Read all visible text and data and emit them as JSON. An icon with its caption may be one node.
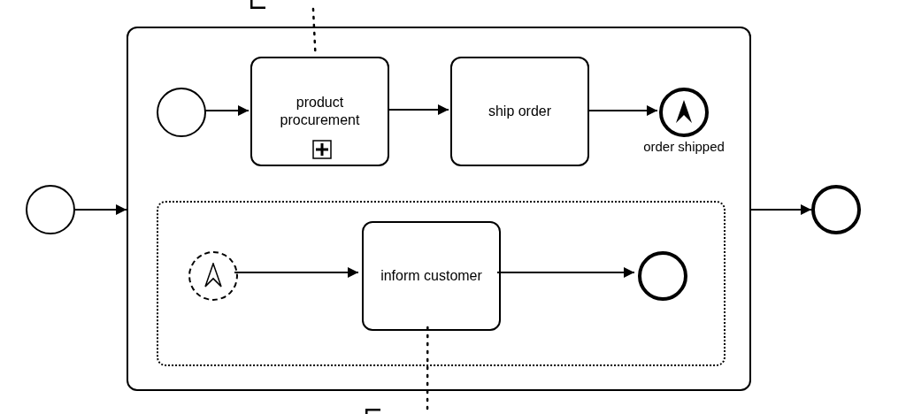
{
  "diagram": {
    "nodes": [
      {
        "text": [],
        "shape": "bar"
      },
      {
        "text": [],
        "shape": "box"
      },
      {
        "text": [],
        "shape": "circle",
        "in": 1
      },
      {
        "text": [
          "product procurement"
        ],
        "in": 1
      },
      {
        "text": [
          "ship order"
        ],
        "in": 1
      },
      {
        "text": [],
        "shape": "circle",
        "beside": [
          "order shipped"
        ],
        "in": 1
      },
      {
        "text": [],
        "shape": "box",
        "in": 1
      },
      {
        "text": [],
        "shape": "circle",
        "in": 6
      },
      {
        "text": [
          "inform customer"
        ],
        "in": 6
      },
      {
        "text": [],
        "shape": "circle",
        "in": 6
      },
      {
        "text": [],
        "shape": "circle"
      },
      {
        "text": [],
        "shape": "circle"
      },
      {
        "text": [],
        "shape": "bar"
      }
    ],
    "edges": [
      {
        "from": 10,
        "to": 1,
        "arrow": "to"
      },
      {
        "from": 1,
        "to": 11,
        "arrow": "to"
      },
      {
        "from": 2,
        "to": 3,
        "arrow": "to"
      },
      {
        "from": 3,
        "to": 4,
        "arrow": "to"
      },
      {
        "from": 4,
        "to": 5,
        "arrow": "to"
      },
      {
        "from": 7,
        "to": 8,
        "arrow": "to"
      },
      {
        "from": 8,
        "to": 9,
        "arrow": "to"
      },
      {
        "from": 0,
        "to": 3,
        "arrow": "none",
        "style": "dashed"
      },
      {
        "from": 12,
        "to": 8,
        "arrow": "none",
        "style": "dashed"
      }
    ]
  }
}
